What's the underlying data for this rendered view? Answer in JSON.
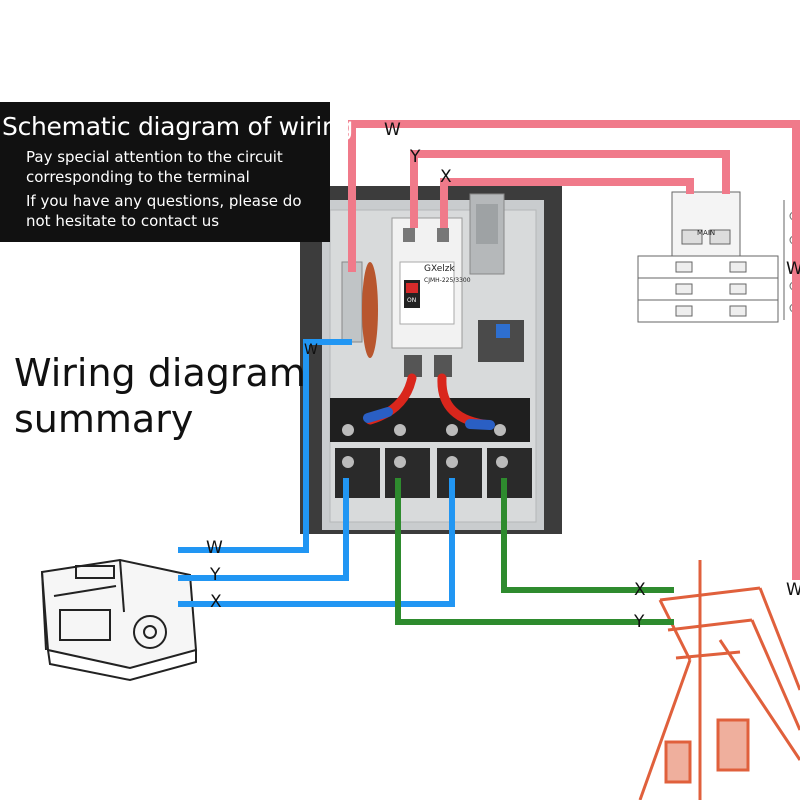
{
  "header": {
    "title": "Schematic diagram of wiring",
    "note_1": "Pay special attention to the circuit corresponding to the terminal",
    "note_2": "If you have any questions, please do not hesitate to contact us"
  },
  "summary": {
    "line_1": "Wiring diagram",
    "line_2": "summary"
  },
  "wire_labels": {
    "top_w": "W",
    "top_y": "Y",
    "top_x": "X",
    "panel_w": "W",
    "gen_w": "W",
    "gen_y": "Y",
    "gen_x": "X",
    "grid_x": "X",
    "grid_y": "Y",
    "right_w_top": "W",
    "right_w_bottom": "W"
  },
  "device": {
    "brand": "GXelzk",
    "model": "CJMH-225/3300",
    "on_label": "ON",
    "main_label": "MAIN"
  },
  "colors": {
    "pink_wire": "#f07a8a",
    "blue_wire": "#2196f3",
    "green_wire": "#2e8b2e",
    "header_bg": "#111111",
    "panel_bg": "#3a3a3a",
    "pole_color": "#e0603c"
  }
}
